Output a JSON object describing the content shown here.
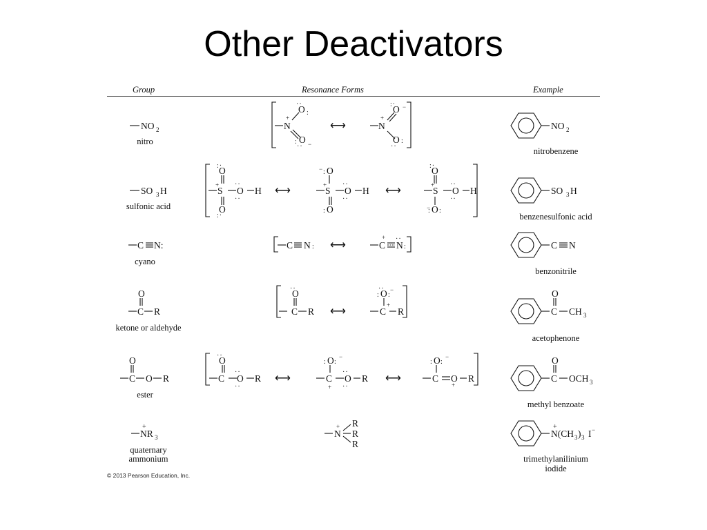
{
  "slide": {
    "title": "Other Deactivators"
  },
  "table": {
    "headers": {
      "group": "Group",
      "resonance": "Resonance Forms",
      "example": "Example"
    },
    "rows": [
      {
        "group_label": "nitro",
        "example_label": "nitrobenzene"
      },
      {
        "group_label": "sulfonic acid",
        "example_label": "benzenesulfonic acid"
      },
      {
        "group_label": "cyano",
        "example_label": "benzonitrile"
      },
      {
        "group_label": "ketone or aldehyde",
        "example_label": "acetophenone"
      },
      {
        "group_label": "ester",
        "example_label": "methyl benzoate"
      },
      {
        "group_label_1": "quaternary",
        "group_label_2": "ammonium",
        "example_label_1": "trimethylanilinium",
        "example_label_2": "iodide"
      }
    ]
  },
  "footer": {
    "copyright": "© 2013 Pearson Education, Inc."
  }
}
